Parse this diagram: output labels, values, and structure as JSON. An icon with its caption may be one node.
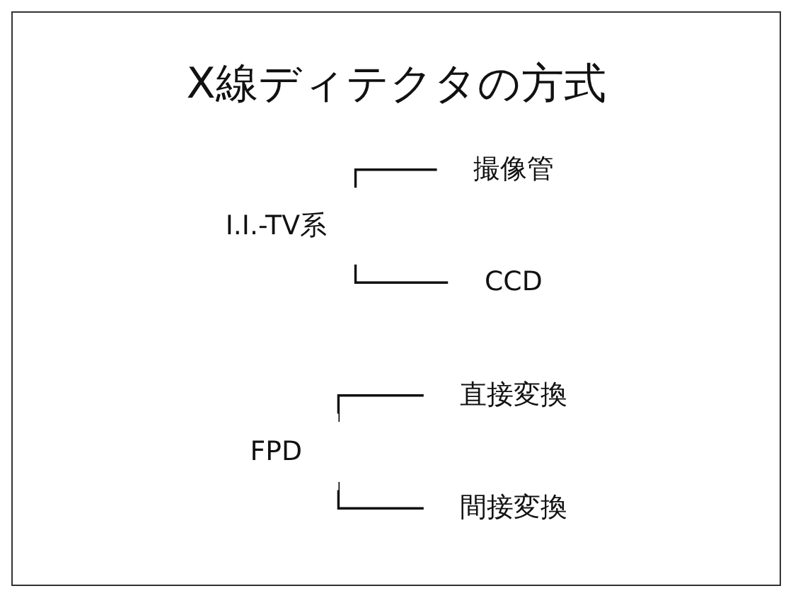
{
  "diagram": {
    "title": "X線ディテクタの方式",
    "nodes": [
      {
        "text": [
          "I.I.-TV系"
        ]
      },
      {
        "text": [
          "撮像管"
        ]
      },
      {
        "text": [
          "CCD"
        ]
      },
      {
        "text": [
          "FPD"
        ]
      },
      {
        "text": [
          "直接変換"
        ]
      },
      {
        "text": [
          "間接変換"
        ]
      }
    ],
    "edges": [
      {
        "from": 0,
        "to": 1,
        "arrow": "none"
      },
      {
        "from": 0,
        "to": 2,
        "arrow": "none"
      },
      {
        "from": 3,
        "to": 4,
        "arrow": "none"
      },
      {
        "from": 3,
        "to": 5,
        "arrow": "none"
      }
    ]
  }
}
